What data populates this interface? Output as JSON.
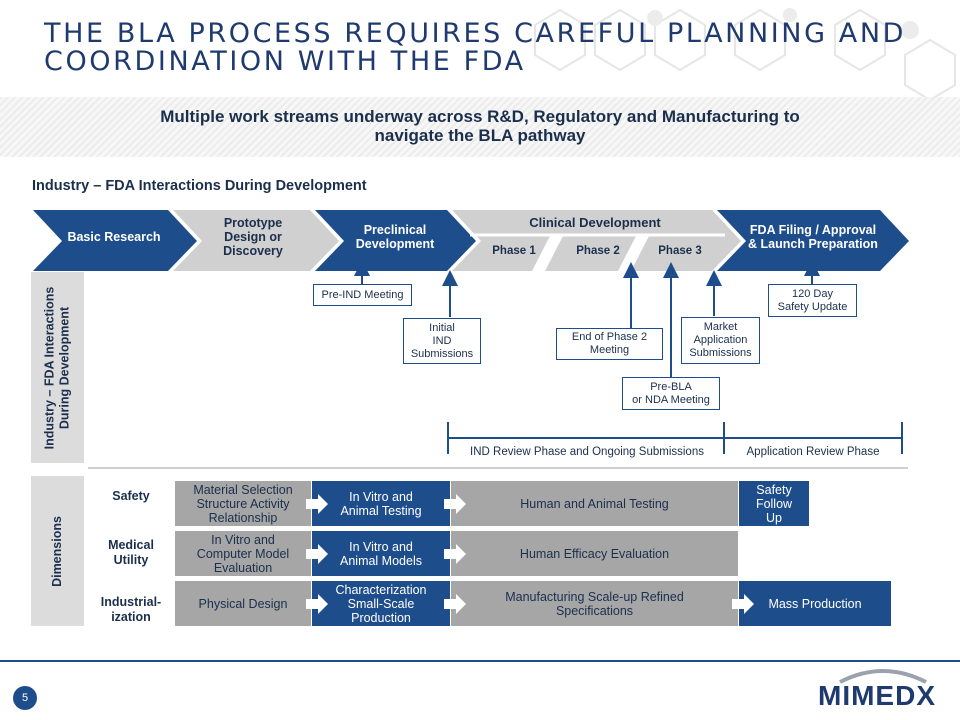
{
  "title_line1": "THE BLA PROCESS REQUIRES CAREFUL PLANNING AND",
  "title_line2": "COORDINATION WITH THE FDA",
  "subtitle_line1": "Multiple work streams underway across R&D, Regulatory and Manufacturing to",
  "subtitle_line2": "navigate the BLA pathway",
  "section_title": "Industry – FDA Interactions During Development",
  "stages": {
    "basic_research": "Basic Research",
    "prototype_1": "Prototype",
    "prototype_2": "Design or",
    "prototype_3": "Discovery",
    "preclinical_1": "Preclinical",
    "preclinical_2": "Development",
    "clinical": "Clinical Development",
    "phase1": "Phase 1",
    "phase2": "Phase 2",
    "phase3": "Phase 3",
    "fda_1": "FDA Filing / Approval",
    "fda_2": "& Launch Preparation"
  },
  "side_labels": {
    "interactions_1": "Industry – FDA Interactions",
    "interactions_2": "During Development",
    "dimensions": "Dimensions"
  },
  "callouts": {
    "pre_ind": "Pre-IND Meeting",
    "initial_1": "Initial",
    "initial_2": "IND",
    "initial_3": "Submissions",
    "eop2_1": "End of Phase 2",
    "eop2_2": "Meeting",
    "prebla_1": "Pre-BLA",
    "prebla_2": "or NDA Meeting",
    "market_1": "Market",
    "market_2": "Application",
    "market_3": "Submissions",
    "day120_1": "120 Day",
    "day120_2": "Safety Update"
  },
  "timeline": {
    "ind_review": "IND Review Phase and Ongoing Submissions",
    "app_review": "Application Review Phase"
  },
  "rows": {
    "safety": {
      "label": "Safety",
      "c1_1": "Material Selection",
      "c1_2": "Structure Activity",
      "c1_3": "Relationship",
      "c2_1": "In Vitro and",
      "c2_2": "Animal Testing",
      "c3": "Human and Animal Testing",
      "c4_1": "Safety",
      "c4_2": "Follow",
      "c4_3": "Up"
    },
    "medical": {
      "label_1": "Medical",
      "label_2": "Utility",
      "c1_1": "In Vitro and",
      "c1_2": "Computer Model",
      "c1_3": "Evaluation",
      "c2_1": "In Vitro and",
      "c2_2": "Animal Models",
      "c3": "Human Efficacy Evaluation"
    },
    "industrial": {
      "label_1": "Industrial-",
      "label_2": "ization",
      "c1": "Physical Design",
      "c2_1": "Characterization",
      "c2_2": "Small-Scale",
      "c2_3": "Production",
      "c3_1": "Manufacturing Scale-up Refined",
      "c3_2": "Specifications",
      "c4": "Mass Production"
    }
  },
  "page_number": "5",
  "logo": "MIMEDX",
  "colors": {
    "navy": "#1e4d8c",
    "gray": "#a6a6a6",
    "light_gray": "#dcdcdc"
  }
}
